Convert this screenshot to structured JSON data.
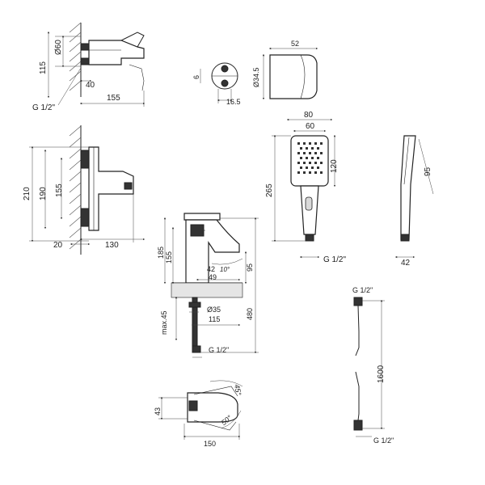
{
  "wall_mixer_small": {
    "d_60": "Ø60",
    "h_115": "115",
    "off_40": "40",
    "len_155": "155",
    "thread": "G 1/2\""
  },
  "flange": {
    "d_6": "6",
    "w_16_5": "16.5"
  },
  "holder": {
    "w_52": "52",
    "d_34_5": "Ø34.5"
  },
  "wall_mixer_large": {
    "h_210": "210",
    "h_190": "190",
    "h_155": "155",
    "off_20": "20",
    "len_130": "130"
  },
  "hand_shower": {
    "w_80": "80",
    "w_60": "60",
    "h_120": "120",
    "len_265": "265",
    "thread": "G 1/2\""
  },
  "shower_side": {
    "h_95": "95",
    "w_42": "42"
  },
  "basin_mixer": {
    "h_185": "185",
    "h_155": "155",
    "w_42": "42",
    "angle_10": "10°",
    "h_95": "95",
    "w_49": "49",
    "d_35": "Ø35",
    "max_45": "max.45",
    "w_115": "115",
    "h_480": "480",
    "thread": "G 1/2\""
  },
  "hose": {
    "thread_top": "G 1/2\"",
    "len_1600": "1600",
    "thread_bottom": "G 1/2\""
  },
  "basin_top": {
    "angle_45": "45°",
    "w_43": "43",
    "angle_50": "50°",
    "len_150": "150"
  }
}
